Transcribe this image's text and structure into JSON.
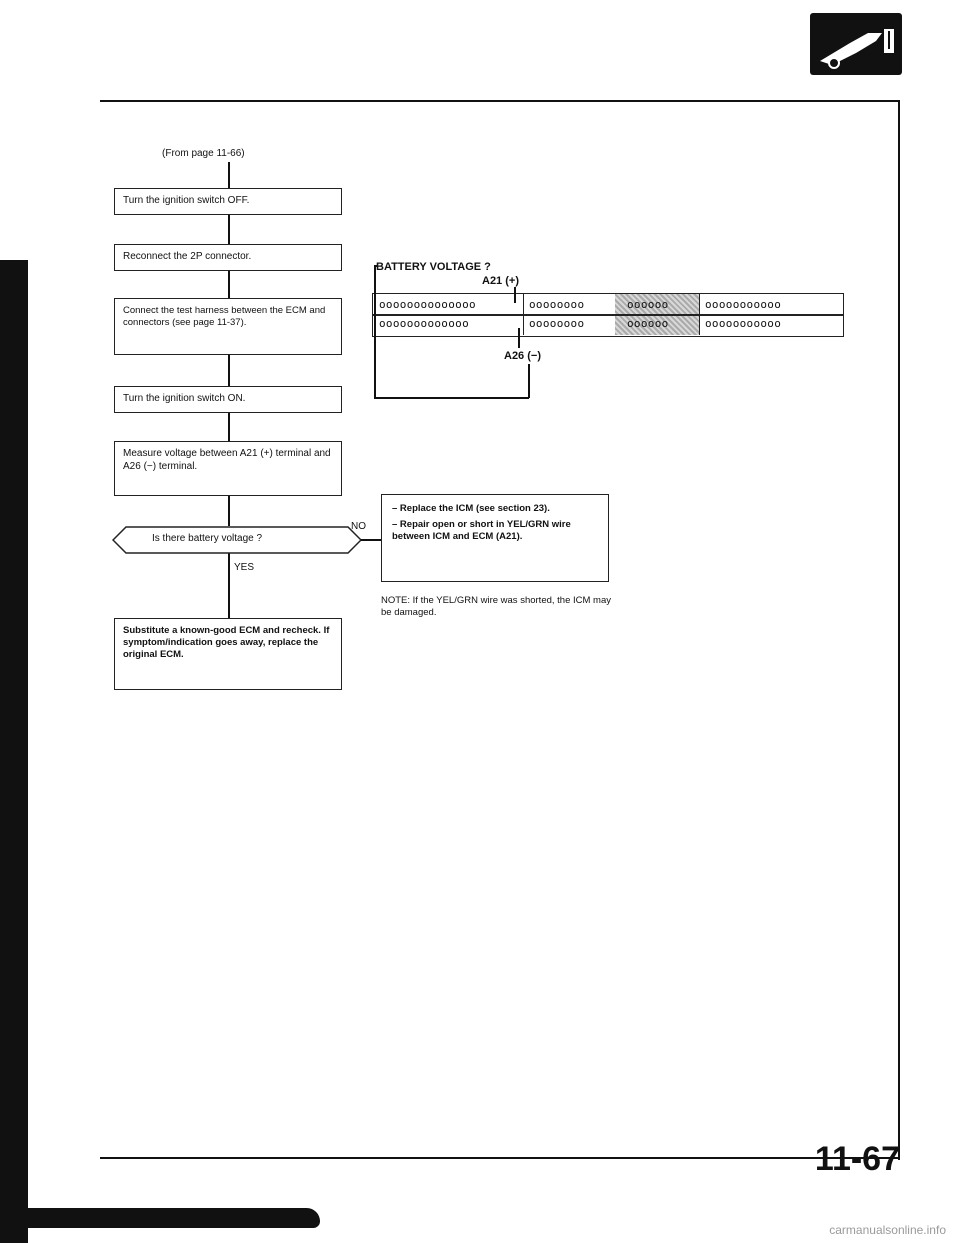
{
  "header": {
    "from_ref": "(From page 11-66)"
  },
  "steps": [
    {
      "text": "Turn the ignition switch OFF."
    },
    {
      "text": "Reconnect the 2P connector."
    },
    {
      "text": "Connect the test harness between the ECM and connectors (see page 11-37)."
    },
    {
      "text": "Turn the ignition switch ON."
    },
    {
      "text": "Measure voltage between A21 (+) terminal and A26 (−) terminal."
    },
    {
      "text": "Is there battery voltage ?"
    },
    {
      "text": "Substitute a known-good ECM and recheck. If symptom/indication goes away, replace the original ECM."
    }
  ],
  "branches": {
    "no": "NO",
    "yes": "YES"
  },
  "no_result": {
    "lines": [
      "– Replace the ICM (see section 23).",
      "– Repair open or short in YEL/GRN wire between ICM and ECM (A21)."
    ]
  },
  "note": "NOTE: If the YEL/GRN wire was shorted, the ICM may be damaged.",
  "diagram": {
    "title": "BATTERY VOLTAGE ?",
    "pos_label": "A21 (+)",
    "neg_label": "A26 (−)",
    "row1": [
      "oooooooooooooo",
      "oooooooo",
      "oooooo",
      "ooooooooooo"
    ],
    "row2": [
      "ooooooooooooo",
      "oooooooo",
      "oooooo",
      "ooooooooooo"
    ]
  },
  "footer": {
    "page_number": "11-67",
    "watermark": "carmanualsonline.info"
  },
  "colors": {
    "ink": "#111111",
    "shade": "#9c9c9c",
    "paper": "#ffffff"
  }
}
